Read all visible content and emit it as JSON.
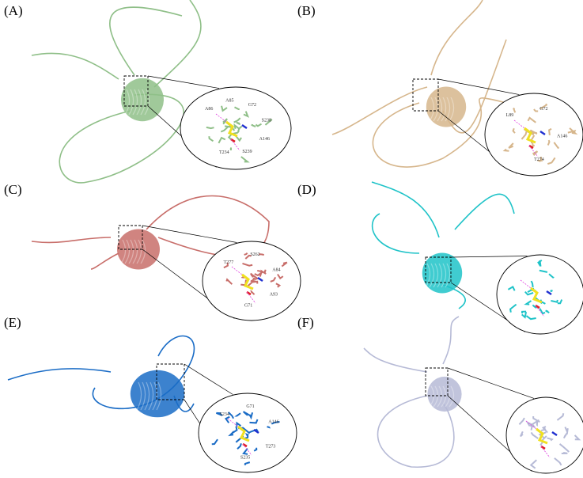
{
  "panels": [
    {
      "label": "(A)",
      "color": "#8fbf88",
      "residues": [
        "A86",
        "A85",
        "G72",
        "S238",
        "A146",
        "S239",
        "T234"
      ]
    },
    {
      "label": "(B)",
      "color": "#d6b68c",
      "residues": [
        "L89",
        "G72",
        "A146",
        "T274"
      ]
    },
    {
      "label": "(C)",
      "color": "#c86e6a",
      "residues": [
        "T277",
        "S262",
        "A84",
        "A93",
        "G71"
      ]
    },
    {
      "label": "(D)",
      "color": "#1fc3c8",
      "residues": []
    },
    {
      "label": "(E)",
      "color": "#1a6cc6",
      "residues": [
        "S234",
        "G71",
        "A146",
        "T273",
        "S235"
      ]
    },
    {
      "label": "(F)",
      "color": "#b6bad6",
      "residues": []
    }
  ],
  "highlight_colors": {
    "ligand": "#f0e020",
    "hbond": "#e040e0",
    "nitrogen": "#2030d0",
    "oxygen": "#e02020"
  }
}
